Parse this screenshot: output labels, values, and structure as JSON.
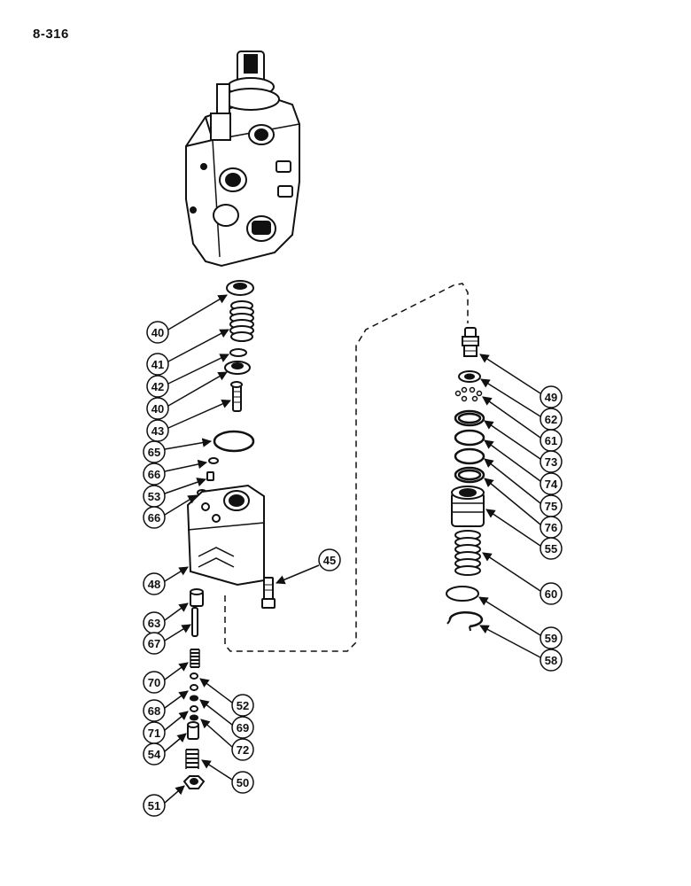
{
  "page_number": "8-316",
  "callouts": [
    {
      "num": "40"
    },
    {
      "num": "41"
    },
    {
      "num": "42"
    },
    {
      "num": "40"
    },
    {
      "num": "43"
    },
    {
      "num": "65"
    },
    {
      "num": "66"
    },
    {
      "num": "53"
    },
    {
      "num": "66"
    },
    {
      "num": "48"
    },
    {
      "num": "45"
    },
    {
      "num": "63"
    },
    {
      "num": "67"
    },
    {
      "num": "70"
    },
    {
      "num": "52"
    },
    {
      "num": "68"
    },
    {
      "num": "69"
    },
    {
      "num": "71"
    },
    {
      "num": "72"
    },
    {
      "num": "54"
    },
    {
      "num": "50"
    },
    {
      "num": "51"
    },
    {
      "num": "49"
    },
    {
      "num": "62"
    },
    {
      "num": "61"
    },
    {
      "num": "73"
    },
    {
      "num": "74"
    },
    {
      "num": "75"
    },
    {
      "num": "76"
    },
    {
      "num": "55"
    },
    {
      "num": "60"
    },
    {
      "num": "59"
    },
    {
      "num": "58"
    }
  ]
}
